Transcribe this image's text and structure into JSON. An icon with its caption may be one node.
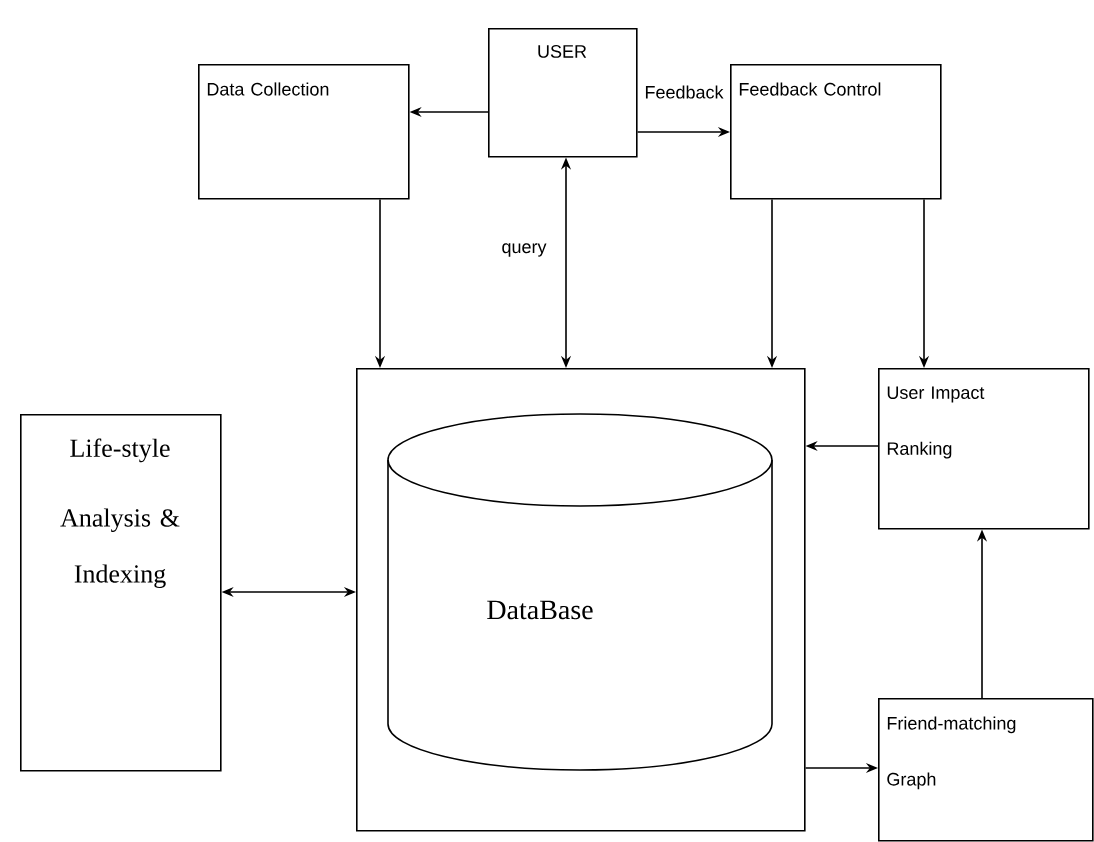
{
  "diagram": {
    "nodes": [
      {
        "text": [
          "USER"
        ]
      },
      {
        "text": [
          "Data Collection"
        ]
      },
      {
        "text": [
          "Feedback Control"
        ]
      },
      {
        "text": [],
        "shape": "box"
      },
      {
        "text": [
          "DataBase"
        ],
        "in": 3
      },
      {
        "text": [
          "User Impact Ranking"
        ]
      },
      {
        "text": [
          "Life-style",
          "Analysis & Indexing"
        ]
      },
      {
        "text": [
          "Friend-matching Graph"
        ]
      }
    ],
    "edges": [
      {
        "from": 0,
        "to": 1,
        "arrow": "to"
      },
      {
        "from": 0,
        "to": 2,
        "arrow": "to",
        "label": "Feedback"
      },
      {
        "from": 0,
        "to": 3,
        "arrow": "both",
        "label": "query"
      },
      {
        "from": 1,
        "to": 3,
        "arrow": "to"
      },
      {
        "from": 2,
        "to": 3,
        "arrow": "to"
      },
      {
        "from": 2,
        "to": 5,
        "arrow": "to"
      },
      {
        "from": 5,
        "to": 3,
        "arrow": "to"
      },
      {
        "from": 6,
        "to": 3,
        "arrow": "both"
      },
      {
        "from": 3,
        "to": 7,
        "arrow": "to"
      },
      {
        "from": 7,
        "to": 5,
        "arrow": "to"
      }
    ]
  }
}
